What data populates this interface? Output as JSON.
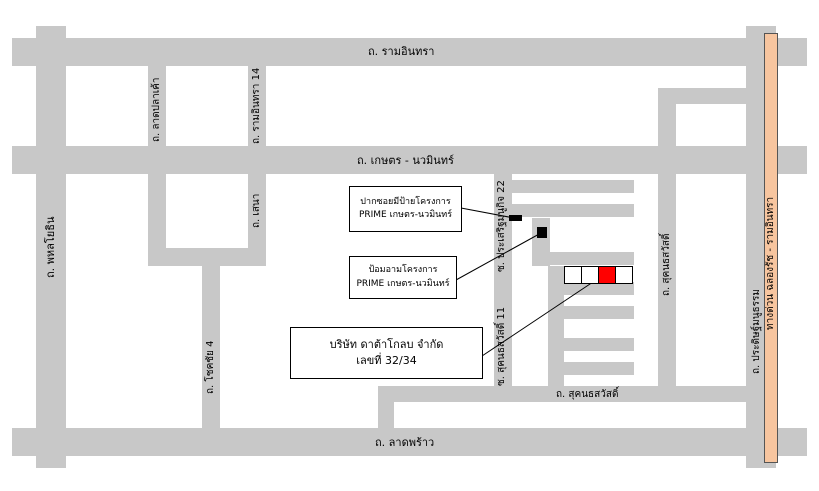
{
  "roads": {
    "ram_inthra": "ถ. รามอินทรา",
    "kaset_nawamin": "ถ. เกษตร - นวมินทร์",
    "lat_phrao": "ถ. ลาดพร้าว",
    "phahon_yothin": "ถ. พหลโยธิน",
    "lat_pla_khao": "ถ. ลาดปลาเค้า",
    "ram_inthra_14": "ถ. รามอินทรา 14",
    "sena": "ถ. เสนา",
    "chok_chai_4": "ถ. โชคชัย 4",
    "soi_prasert_manukit_22": "ซ. ประเสริฐมนูกิจ 22",
    "soi_sukhon_sawat_11": "ซ. สุคนธสวัสดิ์ 11",
    "sukhon_sawat_horizontal": "ถ. สุคนธสวัสดิ์",
    "sukhon_sawat_vertical": "ถ. สุคนธสวัสดิ์",
    "pradit_manutham": "ถ. ประดิษฐ์มนูธรรม",
    "expressway": "ทางด่วน ฉลองรัช - รามอินทรา"
  },
  "callouts": {
    "soi_entrance": {
      "line1": "ปากซอยมีป้ายโครงการ",
      "line2": "PRIME เกษตร-นวมินทร์"
    },
    "sign_front": {
      "line1": "ป้อมอามโครงการ",
      "line2": "PRIME เกษตร-นวมินทร์"
    },
    "company": {
      "line1": "บริษัท ดาต้าโกลบ จำกัด",
      "line2": "เลขที่ 32/34"
    }
  },
  "colors": {
    "road": "#c8c8c8",
    "expressway": "#f7c59f",
    "highlight": "#ff0000"
  }
}
